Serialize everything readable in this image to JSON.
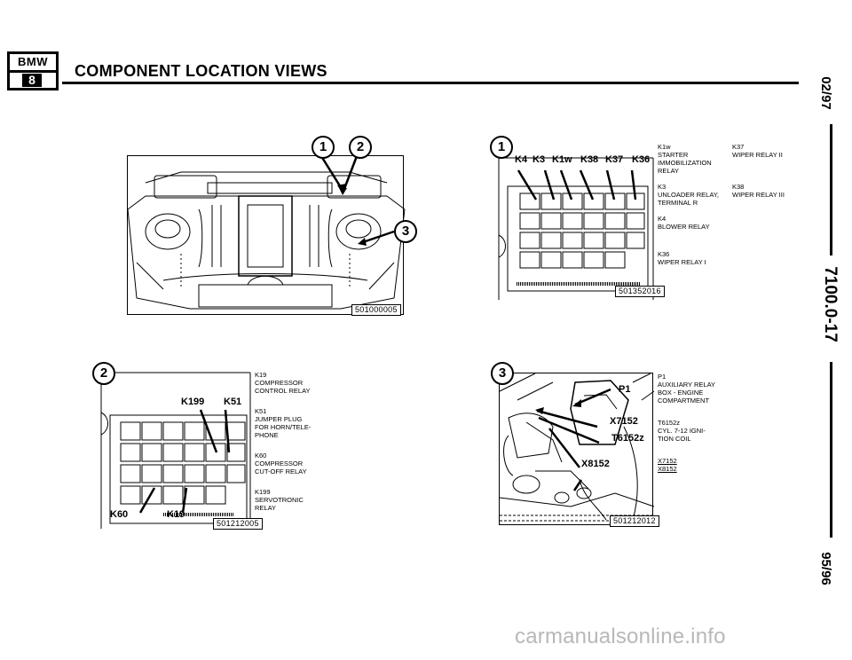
{
  "header": {
    "logo_top": "BMW",
    "logo_bottom": "8",
    "title": "COMPONENT LOCATION VIEWS"
  },
  "margin": {
    "date_top": "02/97",
    "page_number": "7100.0-17",
    "date_bottom": "95/96"
  },
  "figures": {
    "overview": {
      "id": "501000005",
      "callouts": [
        "1",
        "2",
        "3"
      ]
    },
    "view1": {
      "callout": "1",
      "id": "501352016",
      "labels": [
        "K4",
        "K3",
        "K1w",
        "K38",
        "K37",
        "K36"
      ],
      "legend_left": [
        {
          "code": "K1w",
          "desc": "STARTER\nIMMOBILIZATION\nRELAY"
        },
        {
          "code": "K3",
          "desc": "UNLOADER RELAY,\nTERMINAL R"
        },
        {
          "code": "K4",
          "desc": "BLOWER RELAY"
        },
        {
          "code": "K36",
          "desc": "WIPER RELAY I"
        }
      ],
      "legend_right": [
        {
          "code": "K37",
          "desc": "WIPER RELAY II"
        },
        {
          "code": "K38",
          "desc": "WIPER RELAY III"
        }
      ]
    },
    "view2": {
      "callout": "2",
      "id": "501212005",
      "labels": [
        "K199",
        "K51",
        "K60",
        "K19"
      ],
      "legend": [
        {
          "code": "K19",
          "desc": "COMPRESSOR\nCONTROL RELAY"
        },
        {
          "code": "K51",
          "desc": "JUMPER PLUG\nFOR HORN/TELE-\nPHONE"
        },
        {
          "code": "K60",
          "desc": "COMPRESSOR\nCUT-OFF RELAY"
        },
        {
          "code": "K199",
          "desc": "SERVOTRONIC\nRELAY"
        }
      ]
    },
    "view3": {
      "callout": "3",
      "id": "501212012",
      "labels": [
        "P1",
        "X7152",
        "T6152z",
        "X8152"
      ],
      "legend": [
        {
          "code": "P1",
          "desc": "AUXILIARY RELAY\nBOX - ENGINE\nCOMPARTMENT"
        },
        {
          "code": "T6152z",
          "desc": "CYL. 7-12 IGNI-\nTION COIL"
        }
      ],
      "legend_underlined": [
        "X7152",
        "X8152"
      ]
    }
  },
  "watermark": "carmanualsonline.info"
}
